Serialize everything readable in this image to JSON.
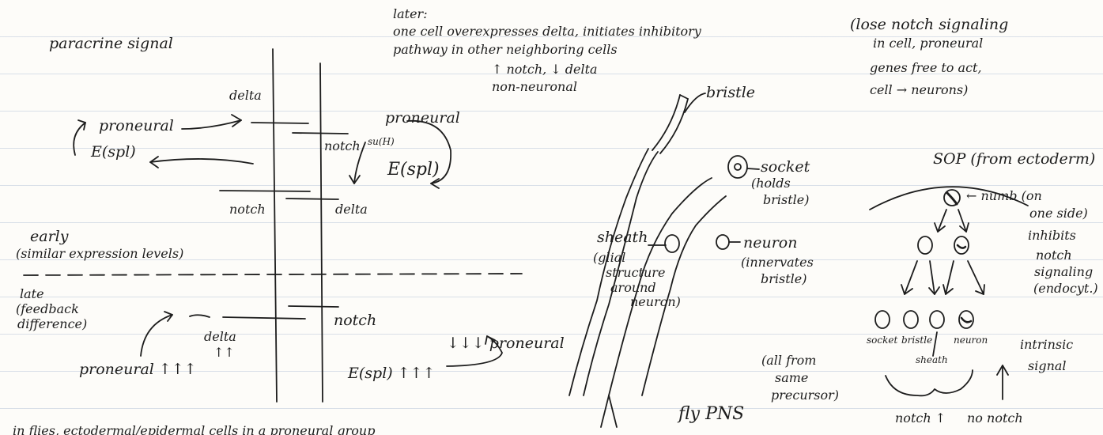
{
  "notes": {
    "paracrine_signal": "paracrine signal",
    "delta_upper": "delta",
    "proneural_left": "proneural",
    "proneural_right": "proneural",
    "notch_upper": "notch",
    "su_h": "su(H)",
    "espl_left": "E(spl)",
    "espl_right": "E(spl)",
    "notch_lower": "notch",
    "delta_lower": "delta",
    "early": "early",
    "similar_expression": "(similar expression levels)",
    "late": "late",
    "feedback": "(feedback",
    "difference": "difference)",
    "delta_late": "delta",
    "delta_late_arrows": "↑↑",
    "notch_late": "notch",
    "proneural_up": "proneural ↑↑↑",
    "proneural_down": "↓↓↓ proneural",
    "espl_up": "E(spl) ↑↑↑",
    "later": "later:",
    "later_line1": "one cell overexpresses delta, initiates inhibitory",
    "later_line2": "pathway in other neighboring cells",
    "notch_up_delta_down": "↑ notch, ↓ delta",
    "non_neuronal": "non-neuronal",
    "bristle": "bristle",
    "socket_1": "socket",
    "socket_2": "(holds",
    "socket_3": "bristle)",
    "sheath_1": "sheath",
    "sheath_2": "(glial",
    "sheath_3": "structure",
    "sheath_4": "around",
    "sheath_5": "neuron)",
    "neuron_1": "neuron",
    "neuron_2": "(innervates",
    "neuron_3": "bristle)",
    "same_1": "(all from",
    "same_2": "same",
    "same_3": "precursor)",
    "fly_pns": "fly PNS",
    "lose_1": "(lose notch signaling",
    "lose_2": "in cell, proneural",
    "lose_3": "genes free to act,",
    "lose_4": "cell → neurons)",
    "sop": "SOP (from ectoderm)",
    "numb_1": "← numb (on",
    "numb_2": "one side)",
    "inhibits_1": "inhibits",
    "inhibits_2": "notch",
    "inhibits_3": "signaling",
    "inhibits_4": "(endocyt.)",
    "label_socket": "socket",
    "label_bristle": "bristle",
    "label_neuron": "neuron",
    "label_sheath": "sheath",
    "intrinsic_1": "intrinsic",
    "intrinsic_2": "signal",
    "notch_up": "notch ↑",
    "no_notch": "no notch",
    "bottom_line": "in flies, ectodermal/epidermal cells in a proneural group"
  },
  "colors": {
    "ink": "#1d1d1d",
    "paper": "#fdfcf9",
    "rule_line": "#96aac8"
  }
}
